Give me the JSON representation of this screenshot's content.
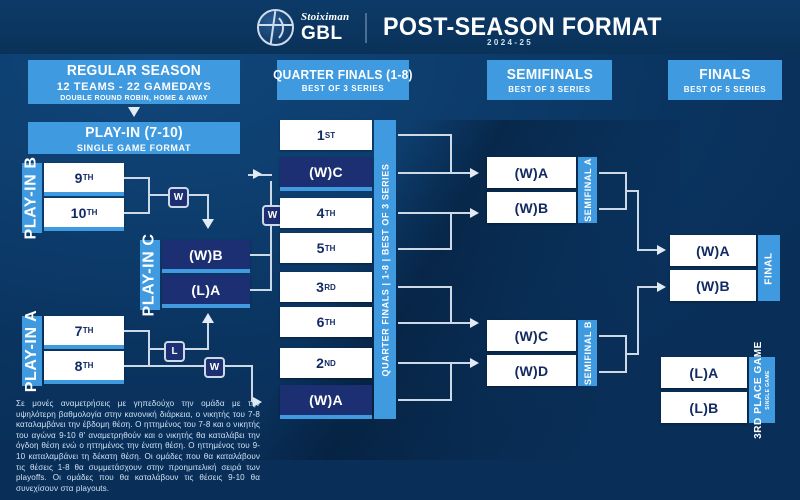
{
  "header": {
    "brand_top": "Stoiximan",
    "brand_main": "GBL",
    "title": "POST-SEASON FORMAT",
    "season": "2024-25",
    "logo_icon": "basketball-icon"
  },
  "colors": {
    "background_navy": "#0a3460",
    "accent_blue": "#3f9ae0",
    "box_navy": "#1b2f72",
    "box_white": "#ffffff",
    "line": "#cdd9e6"
  },
  "regular_season": {
    "title": "REGULAR SEASON",
    "line2": "12 TEAMS - 22 GAMEDAYS",
    "line3": "DOUBLE ROUND ROBIN, HOME & AWAY"
  },
  "play_in": {
    "title": "PLAY-IN (7-10)",
    "subtitle": "SINGLE GAME FORMAT",
    "groups": [
      {
        "label": "PLAY-IN B",
        "teams": [
          {
            "rank": "9",
            "suffix": "TH"
          },
          {
            "rank": "10",
            "suffix": "TH"
          }
        ]
      },
      {
        "label": "PLAY-IN A",
        "teams": [
          {
            "rank": "7",
            "suffix": "TH"
          },
          {
            "rank": "8",
            "suffix": "TH"
          }
        ]
      }
    ],
    "play_in_c": {
      "label": "PLAY-IN C",
      "teams": [
        {
          "text": "(W)B"
        },
        {
          "text": "(L)A"
        }
      ]
    },
    "badges": {
      "winner": "W",
      "loser": "L"
    }
  },
  "quarter_finals": {
    "title": "QUARTER FINALS (1-8)",
    "subtitle": "BEST OF 3 SERIES",
    "vertical_label": "QUARTER FINALS | 1-8 | BEST OF 3 SERIES",
    "matchups": [
      {
        "home": {
          "rank": "1",
          "suffix": "ST",
          "style": "white"
        },
        "away": {
          "text": "(W)C",
          "style": "navy"
        }
      },
      {
        "home": {
          "rank": "4",
          "suffix": "TH",
          "style": "white"
        },
        "away": {
          "rank": "5",
          "suffix": "TH",
          "style": "white"
        }
      },
      {
        "home": {
          "rank": "3",
          "suffix": "RD",
          "style": "white"
        },
        "away": {
          "rank": "6",
          "suffix": "TH",
          "style": "white"
        }
      },
      {
        "home": {
          "rank": "2",
          "suffix": "ND",
          "style": "white"
        },
        "away": {
          "text": "(W)A",
          "style": "navy"
        }
      }
    ]
  },
  "semifinals": {
    "title": "SEMIFINALS",
    "subtitle": "BEST OF 3 SERIES",
    "series": [
      {
        "label": "SEMIFINAL A",
        "teams": [
          {
            "text": "(W)A"
          },
          {
            "text": "(W)B"
          }
        ]
      },
      {
        "label": "SEMIFINAL B",
        "teams": [
          {
            "text": "(W)C"
          },
          {
            "text": "(W)D"
          }
        ]
      }
    ]
  },
  "finals": {
    "title": "FINALS",
    "subtitle": "BEST OF 5 SERIES",
    "final": {
      "label": "FINAL",
      "teams": [
        {
          "text": "(W)A"
        },
        {
          "text": "(W)B"
        }
      ]
    },
    "third_place": {
      "label": "3RD PLACE GAME",
      "sublabel": "SINGLE GAME",
      "teams": [
        {
          "text": "(L)A"
        },
        {
          "text": "(L)B"
        }
      ]
    }
  },
  "footnote": "Σε μονές αναμετρήσεις με γηπεδούχο την ομάδα με την υψηλότερη βαθμολογία στην κανονική διάρκεια, ο νικητής του 7-8 καταλαμβάνει την έβδομη θέση. Ο ηττημένος του 7-8 και ο νικητής του αγώνα 9-10 θ' αναμετρηθούν και ο νικητής θα καταλάβει την όγδοη θέση ενώ ο ηττημένος την ένατη θέση. Ο ηττημένος του 9-10 καταλαμβάνει τη δέκατη θέση. Οι ομάδες που θα καταλάβουν τις θέσεις 1-8 θα συμμετάσχουν στην προημιτελική σειρά των playoffs. Οι ομάδες που θα καταλάβουν τις θέσεις 9-10 θα συνεχίσουν στα playouts."
}
